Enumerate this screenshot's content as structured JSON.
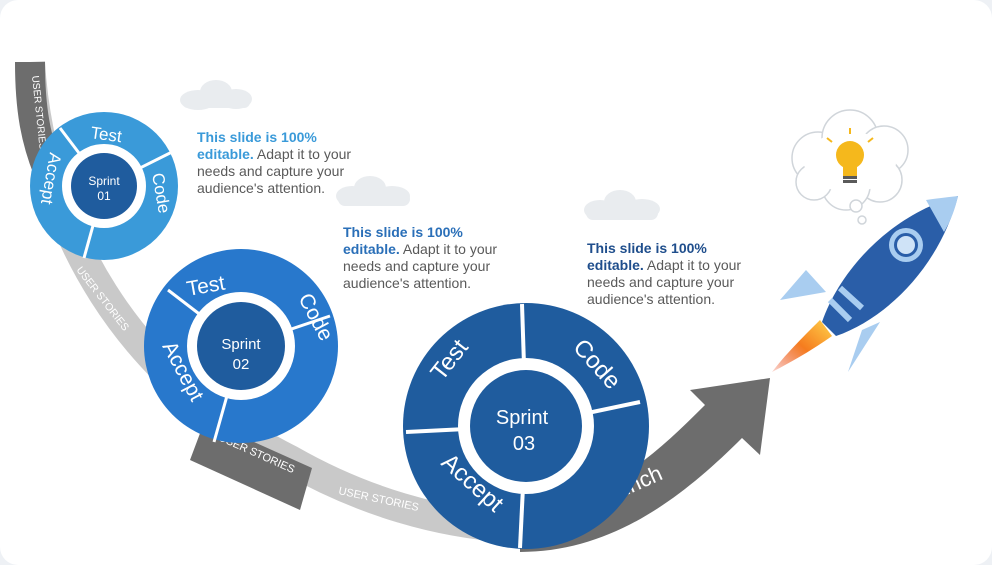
{
  "texts": {
    "t1": {
      "bold": "This slide is 100% editable.",
      "rest": " Adapt it to your needs and capture your audience's attention."
    },
    "t2": {
      "bold": "This slide is 100% editable.",
      "rest": " Adapt it to your needs and capture your audience's attention."
    },
    "t3": {
      "bold": "This slide is 100% editable.",
      "rest": " Adapt it to your needs and capture your audience's attention."
    }
  },
  "sprints": [
    {
      "label": "Sprint",
      "number": "01",
      "steps": {
        "test": "Test",
        "code": "Code",
        "accept": "Accept"
      }
    },
    {
      "label": "Sprint",
      "number": "02",
      "steps": {
        "test": "Test",
        "code": "Code",
        "accept": "Accept"
      }
    },
    {
      "label": "Sprint",
      "number": "03",
      "steps": {
        "test": "Test",
        "code": "Code",
        "accept": "Accept"
      }
    }
  ],
  "path": {
    "user_stories_1": "USER STORIES",
    "user_stories_2": "USER STORIES",
    "user_stories_3": "USER STORIES",
    "user_stories_4": "USER STORIES",
    "launch": "Launch"
  },
  "colors": {
    "sprint1": "#3a9ad9",
    "sprint2": "#2878cc",
    "sprint3": "#1f5c9e",
    "path_light": "#c9c9c9",
    "path_dark": "#6d6d6d",
    "rocket": "#2a5ea8"
  },
  "icons": [
    "cloud-icon",
    "light-bulb-icon",
    "rocket-icon"
  ]
}
